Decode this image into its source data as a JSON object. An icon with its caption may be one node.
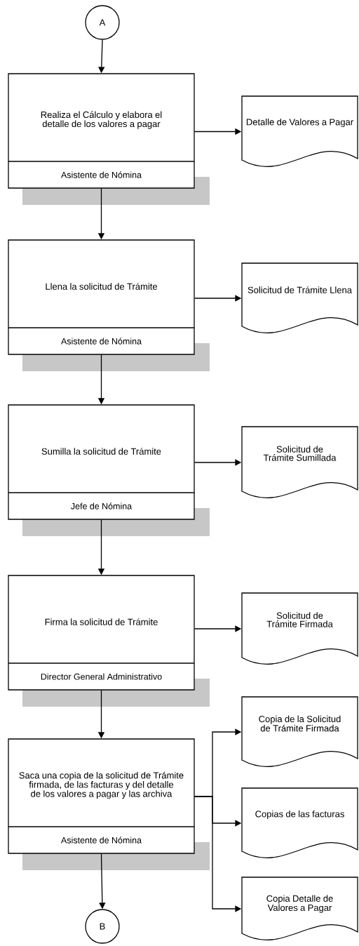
{
  "diagram": {
    "nodes": [
      {
        "text": [
          "A"
        ]
      },
      {
        "text": [
          "Realiza el Cálculo y elabora el detalle de los valores a pagar",
          "Asistente de Nómina"
        ]
      },
      {
        "text": [
          "Detalle de Valores a Pagar"
        ]
      },
      {
        "text": [
          "Llena la solicitud de Trámite",
          "Asistente de Nómina"
        ]
      },
      {
        "text": [
          "Solicitud de Trámite Llena"
        ]
      },
      {
        "text": [
          "Sumilla la solicitud de Trámite",
          "Jefe de Nómina"
        ]
      },
      {
        "text": [
          "Solicitud de Trámite Sumillada"
        ]
      },
      {
        "text": [
          "Firma la solicitud de Trámite",
          "Director General Administrativo"
        ]
      },
      {
        "text": [
          "Solicitud de Trámite Firmada"
        ]
      },
      {
        "text": [
          "Saca una copia de la solicitud de Trámite firmada, de las facturas y del detalle de los valores a pagar y las archiva",
          "Asistente de Nómina"
        ]
      },
      {
        "text": [
          "Copia de la Solicitud de Trámite Firmada"
        ]
      },
      {
        "text": [
          "Copias de las facturas"
        ]
      },
      {
        "text": [
          "Copia Detalle de Valores a Pagar"
        ]
      },
      {
        "text": [
          "B"
        ]
      }
    ],
    "edges": [
      {
        "from": 0,
        "to": 1,
        "arrow": "to"
      },
      {
        "from": 1,
        "to": 2,
        "arrow": "to"
      },
      {
        "from": 1,
        "to": 3,
        "arrow": "to"
      },
      {
        "from": 3,
        "to": 4,
        "arrow": "to"
      },
      {
        "from": 3,
        "to": 5,
        "arrow": "to"
      },
      {
        "from": 5,
        "to": 6,
        "arrow": "to"
      },
      {
        "from": 5,
        "to": 7,
        "arrow": "to"
      },
      {
        "from": 7,
        "to": 8,
        "arrow": "to"
      },
      {
        "from": 7,
        "to": 9,
        "arrow": "to"
      },
      {
        "from": 9,
        "to": 10,
        "arrow": "to"
      },
      {
        "from": 9,
        "to": 11,
        "arrow": "to"
      },
      {
        "from": 9,
        "to": 12,
        "arrow": "to"
      },
      {
        "from": 9,
        "to": 13,
        "arrow": "to"
      }
    ]
  }
}
